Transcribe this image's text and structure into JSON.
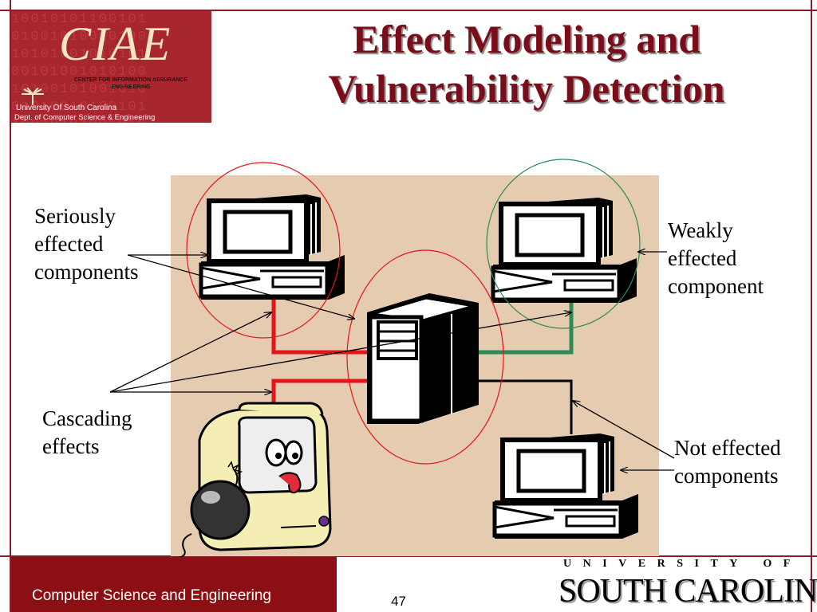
{
  "title": {
    "line1": "Effect Modeling and",
    "line2": "Vulnerability Detection"
  },
  "logo": {
    "acronym": "CIAE",
    "center_name": "CENTER FOR INFORMATION ASSURANCE\nENGINEERING",
    "university": "University Of South Carolina",
    "department": "Dept. of Computer Science & Engineering",
    "binary_pattern": "10010101100101\n01001010010100\n10101001010101\n00101001010100\n10100101001010\n01010010100101\n10010101001010"
  },
  "labels": {
    "seriously": [
      "Seriously",
      "effected",
      "components"
    ],
    "weakly": [
      "Weakly",
      "effected",
      "component"
    ],
    "cascading": [
      "Cascading",
      "effects"
    ],
    "not_effected": [
      "Not effected",
      "components"
    ]
  },
  "footer": {
    "dept": "Computer Science and Engineering",
    "page": "47",
    "university_top": "UNIVERSITY OF",
    "university_name": "SOUTH CAROLINA",
    "trademark": "™"
  },
  "colors": {
    "maroon": "#8c0f13",
    "title": "#7a0d1a",
    "panel": "#e5cbb0",
    "infected_link": "#e4141b",
    "weak_link": "#2e8b57",
    "clean_link": "#000000"
  }
}
